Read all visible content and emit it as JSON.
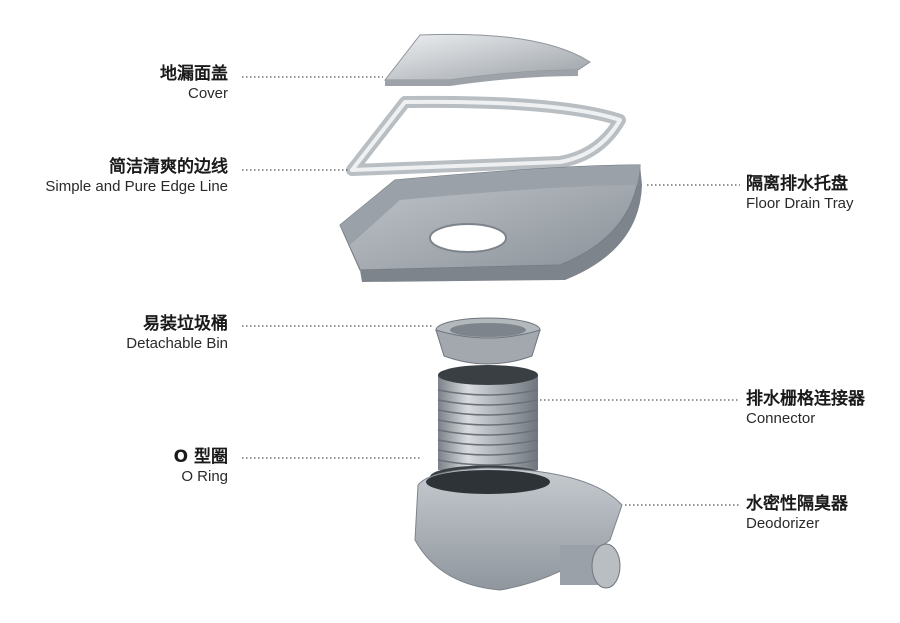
{
  "callouts": {
    "cover": {
      "zh": "地漏面盖",
      "en": "Cover"
    },
    "edge": {
      "zh": "简洁清爽的边线",
      "en": "Simple and Pure Edge Line"
    },
    "tray": {
      "zh": "隔离排水托盘",
      "en": "Floor Drain Tray"
    },
    "bin": {
      "zh": "易装垃圾桶",
      "en": "Detachable Bin"
    },
    "connector": {
      "zh": "排水栅格连接器",
      "en": "Connector"
    },
    "oring": {
      "zh": "O 型圈",
      "en": "O Ring"
    },
    "deodorizer": {
      "zh": "水密性隔臭器",
      "en": "Deodorizer"
    }
  },
  "colors": {
    "steel": "#c9ccd0",
    "steel_dark": "#8e949b",
    "plastic": "#aab0b6",
    "plastic_dark": "#7d848b",
    "leader": "#555555"
  }
}
